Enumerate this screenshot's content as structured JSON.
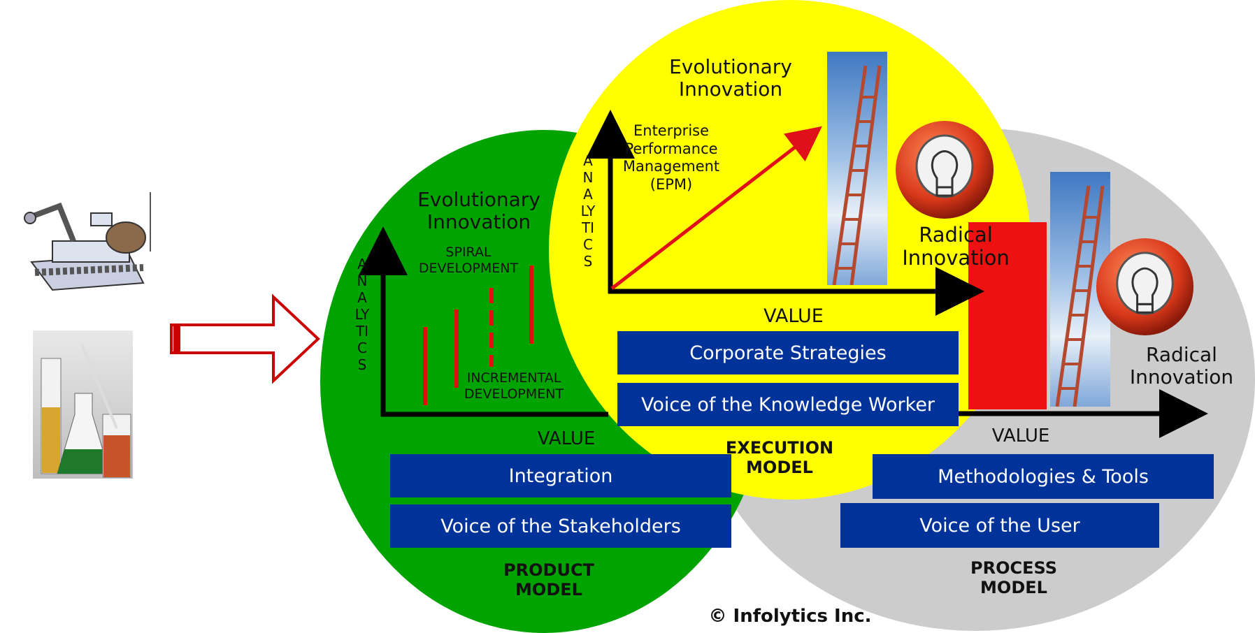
{
  "colors": {
    "product": "#00a300",
    "execution": "#ffff00",
    "process": "#cccccc",
    "box": "#003399",
    "arrow": "#cc0000",
    "bar": "#dd1111"
  },
  "left_images": {
    "robot_icon": "robot-rover-icon",
    "lab_icon": "lab-glassware-icon"
  },
  "product": {
    "evolutionary": "Evolutionary Innovation",
    "spiral": "SPIRAL DEVELOPMENT",
    "incremental": "INCREMENTAL DEVELOPMENT",
    "analytics": "ANALYTICS",
    "value": "VALUE",
    "box1": "Integration",
    "box2": "Voice of the Stakeholders",
    "model": "PRODUCT MODEL"
  },
  "execution": {
    "evolutionary": "Evolutionary Innovation",
    "epm": "Enterprise Performance Management (EPM)",
    "analytics": "ANALYTICS",
    "radical": "Radical Innovation",
    "value": "VALUE",
    "box1": "Corporate Strategies",
    "box2": "Voice of the Knowledge Worker",
    "model": "EXECUTION MODEL"
  },
  "process": {
    "radical": "Radical Innovation",
    "value": "VALUE",
    "box1": "Methodologies & Tools",
    "box2": "Voice of the User",
    "model": "PROCESS MODEL"
  },
  "footer": "© Infolytics Inc."
}
